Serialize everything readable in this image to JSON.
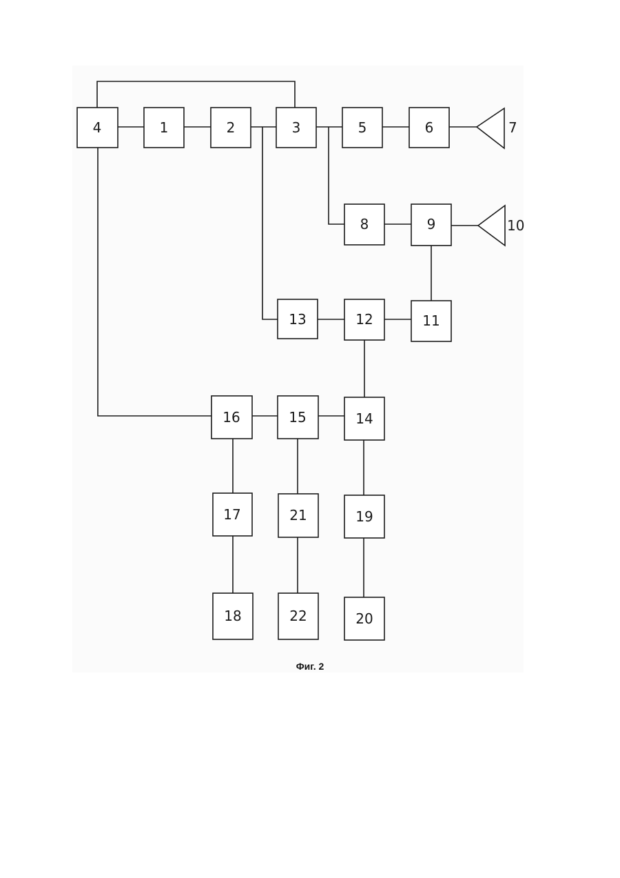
{
  "figure": {
    "caption": "Фиг. 2",
    "blocks": {
      "b1": "1",
      "b2": "2",
      "b3": "3",
      "b4": "4",
      "b5": "5",
      "b6": "6",
      "b8": "8",
      "b9": "9",
      "b11": "11",
      "b12": "12",
      "b13": "13",
      "b14": "14",
      "b15": "15",
      "b16": "16",
      "b17": "17",
      "b18": "18",
      "b19": "19",
      "b20": "20",
      "b21": "21",
      "b22": "22"
    },
    "antennas": {
      "a7": "7",
      "a10": "10"
    }
  }
}
